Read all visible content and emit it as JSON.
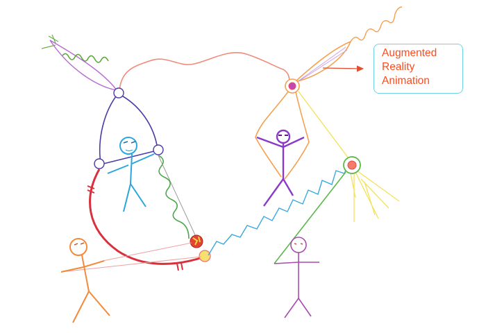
{
  "callout": {
    "lines": [
      "Augmented",
      "Reality",
      "Animation"
    ],
    "text_color": "#ff4a1c",
    "border_color": "#6fd3e3"
  },
  "colors": {
    "gluon_arc": "#f08a7a",
    "left_loop": "#4a3aa8",
    "left_leaf": "#b86bd0",
    "green_wave": "#4aa84a",
    "blue_figure": "#2aa6dc",
    "red_line": "#d8303c",
    "orange_figure": "#f28a3a",
    "orange_loop": "#f5a050",
    "purple_figure": "#8a3ac8",
    "yellow_rays": "#f3e25a",
    "zigzag": "#3aa8e0",
    "green_line": "#5ab84a",
    "magenta_figure": "#a84ab0",
    "arrow": "#e05030"
  }
}
